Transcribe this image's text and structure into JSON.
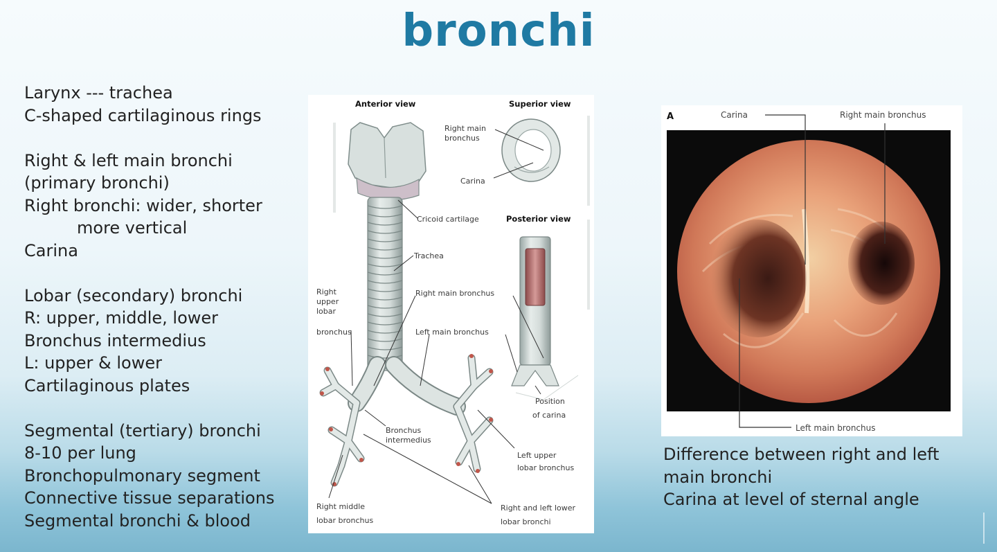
{
  "title": "bronchi",
  "left_text": {
    "g1": [
      "Larynx --- trachea",
      "C-shaped cartilaginous rings"
    ],
    "g2": [
      "Right & left main bronchi",
      "(primary bronchi)",
      "Right bronchi: wider, shorter",
      "more vertical",
      "Carina"
    ],
    "g3": [
      "Lobar (secondary) bronchi",
      "R: upper, middle, lower",
      "Bronchus intermedius",
      "L: upper & lower",
      "Cartilaginous plates"
    ],
    "g4": [
      "Segmental (tertiary) bronchi",
      "8-10 per lung",
      "Bronchopulmonary segment",
      "Connective tissue separations",
      "Segmental bronchi & blood"
    ]
  },
  "figure": {
    "anterior_view": "Anterior view",
    "superior_view": "Superior view",
    "posterior_view": "Posterior view",
    "right_main_bronchus_sup_1": "Right main",
    "right_main_bronchus_sup_2": "bronchus",
    "carina_sup": "Carina",
    "cricoid": "Cricoid cartilage",
    "trachea": "Trachea",
    "right_main_bronchus": "Right main bronchus",
    "left_main_bronchus": "Left main bronchus",
    "right_upper_lobar_1": "Right",
    "right_upper_lobar_2": "upper",
    "right_upper_lobar_3": "lobar",
    "right_upper_lobar_4": "bronchus",
    "bronchus_intermedius_1": "Bronchus",
    "bronchus_intermedius_2": "intermedius",
    "position_carina_1": "Position",
    "position_carina_2": "of carina",
    "left_upper_lobar_1": "Left upper",
    "left_upper_lobar_2": "lobar bronchus",
    "right_middle_lobar_1": "Right middle",
    "right_middle_lobar_2": "lobar bronchus",
    "rl_lower_lobar_1": "Right and left lower",
    "rl_lower_lobar_2": "lobar bronchi"
  },
  "bronchoscopy": {
    "panel_letter": "A",
    "carina": "Carina",
    "right_main_bronchus": "Right main bronchus",
    "left_main_bronchus": "Left main bronchus"
  },
  "right_text": [
    "Difference between right and left",
    "main bronchi",
    "Carina at level of sternal angle"
  ]
}
